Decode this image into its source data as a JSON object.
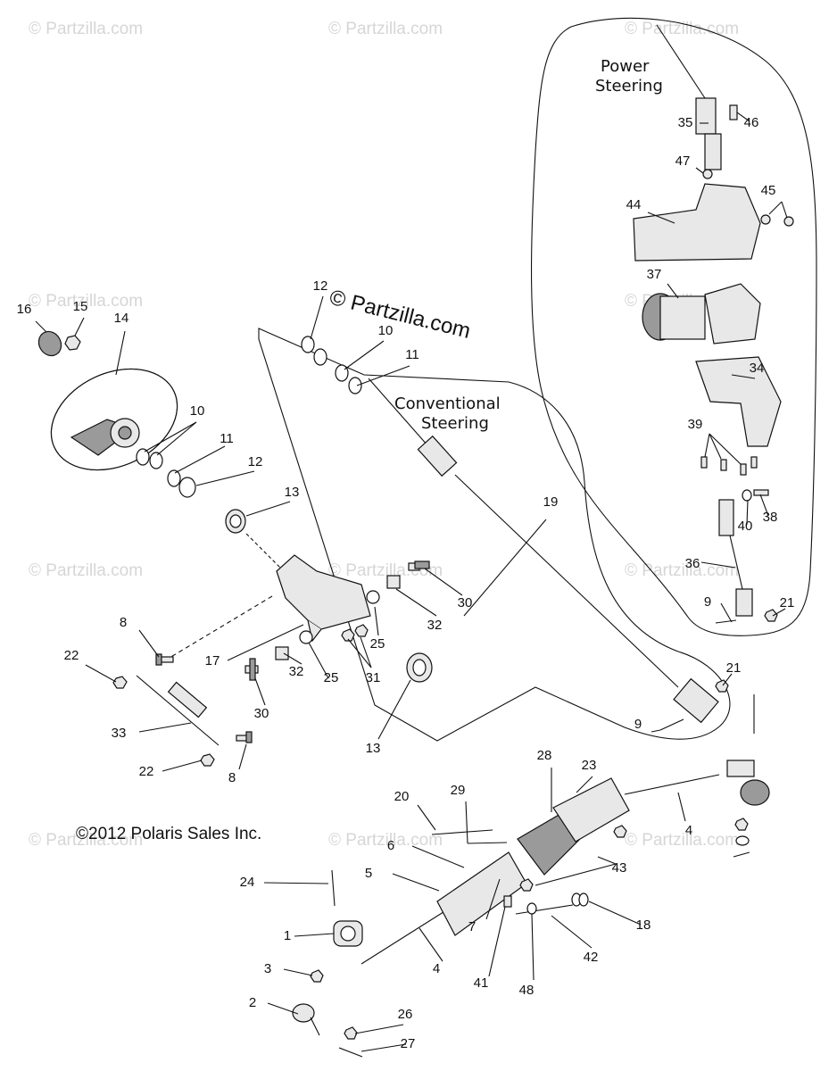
{
  "diagram": {
    "watermark": "© Partzilla.com",
    "center_watermark": "© Partzilla.com",
    "copyright": "©2012 Polaris Sales Inc.",
    "group_power": "Power\nSteering",
    "group_conventional": "Conventional\nSteering",
    "callouts": {
      "c1": "1",
      "c2": "2",
      "c3": "3",
      "c4a": "4",
      "c4b": "4",
      "c5": "5",
      "c6": "6",
      "c7": "7",
      "c8a": "8",
      "c8b": "8",
      "c9a": "9",
      "c9b": "9",
      "c10a": "10",
      "c10b": "10",
      "c11a": "11",
      "c11b": "11",
      "c12a": "12",
      "c12b": "12",
      "c13a": "13",
      "c13b": "13",
      "c14": "14",
      "c15": "15",
      "c16": "16",
      "c17": "17",
      "c18": "18",
      "c19": "19",
      "c20": "20",
      "c21a": "21",
      "c21b": "21",
      "c22a": "22",
      "c22b": "22",
      "c23": "23",
      "c24": "24",
      "c25a": "25",
      "c25b": "25",
      "c26": "26",
      "c27": "27",
      "c28": "28",
      "c29": "29",
      "c30a": "30",
      "c30b": "30",
      "c31": "31",
      "c32a": "32",
      "c32b": "32",
      "c33": "33",
      "c34": "34",
      "c35": "35",
      "c36": "36",
      "c37": "37",
      "c38": "38",
      "c39": "39",
      "c40": "40",
      "c41": "41",
      "c42": "42",
      "c43": "43",
      "c44": "44",
      "c45": "45",
      "c46": "46",
      "c47": "47",
      "c48": "48"
    }
  }
}
